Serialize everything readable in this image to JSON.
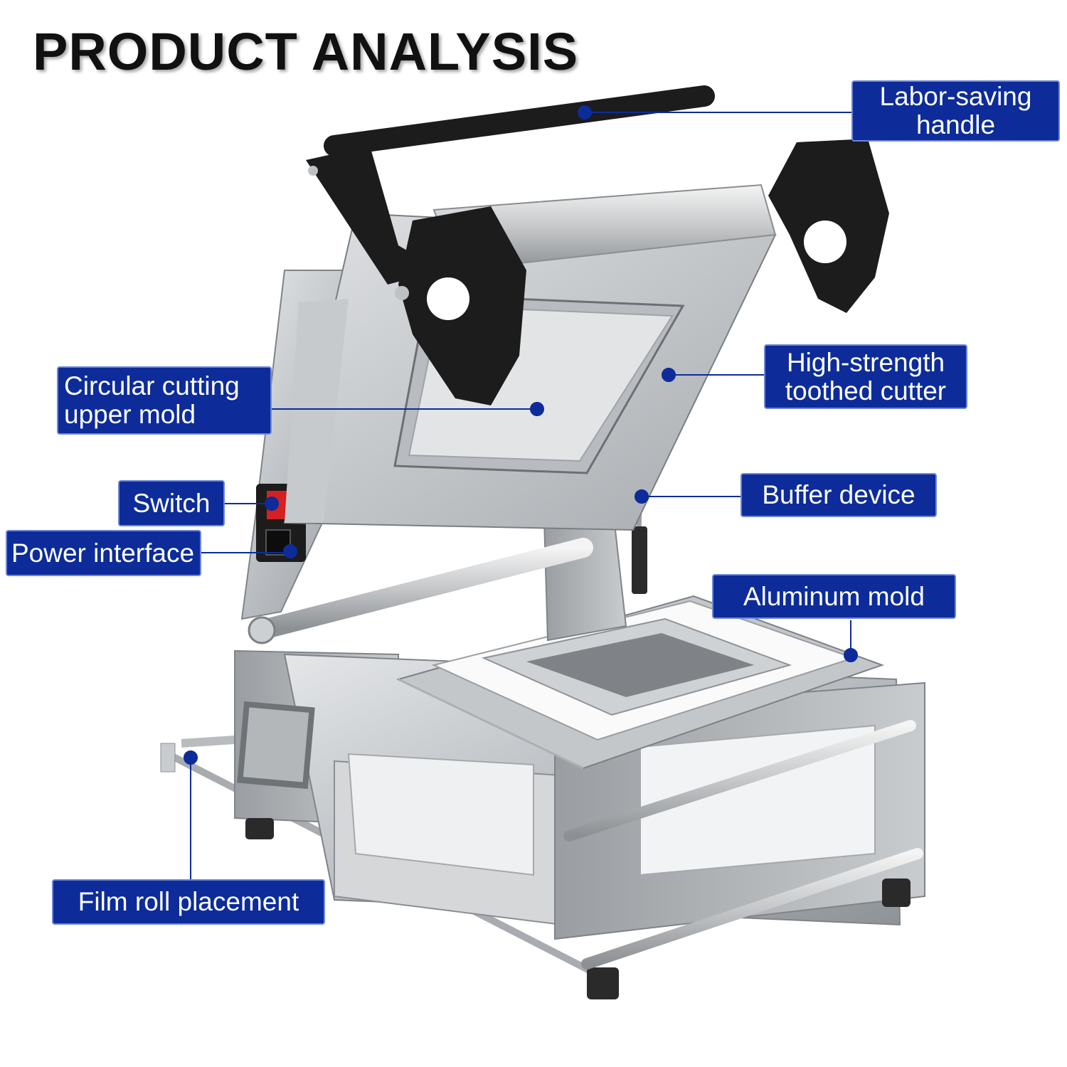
{
  "title": "PRODUCT ANALYSIS",
  "accent_color": "#0d2c9a",
  "callouts": {
    "handle_line1": "Labor-saving",
    "handle_line2": "handle",
    "cutter_line1": "High-strength",
    "cutter_line2": "toothed cutter",
    "upper_mold_line1": "Circular cutting",
    "upper_mold_line2": "upper mold",
    "switch": "Switch",
    "power": "Power interface",
    "buffer": "Buffer device",
    "aluminum": "Aluminum mold",
    "film": "Film roll placement"
  }
}
